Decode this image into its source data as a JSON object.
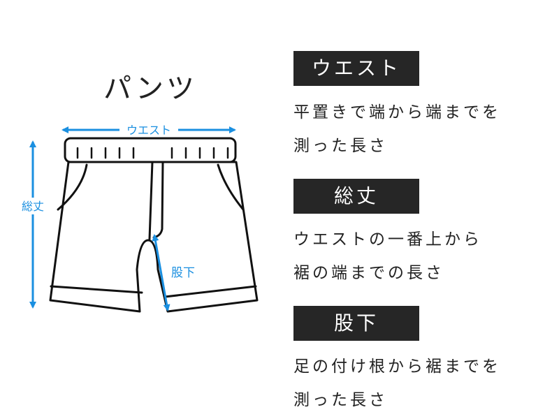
{
  "title": "パンツ",
  "diagram_labels": {
    "waist": "ウエスト",
    "length": "総丈",
    "inseam": "股下"
  },
  "definitions": [
    {
      "label": "ウエスト",
      "lines": [
        "平置きで端から端までを",
        "測った長さ"
      ]
    },
    {
      "label": "総丈",
      "lines": [
        "ウエストの一番上から",
        "裾の端までの長さ"
      ]
    },
    {
      "label": "股下",
      "lines": [
        "足の付け根から裾までを",
        "測った長さ"
      ]
    }
  ],
  "colors": {
    "accent": "#1a8fe0",
    "label_background": "#262626",
    "label_text": "#ffffff",
    "text": "#222222"
  }
}
